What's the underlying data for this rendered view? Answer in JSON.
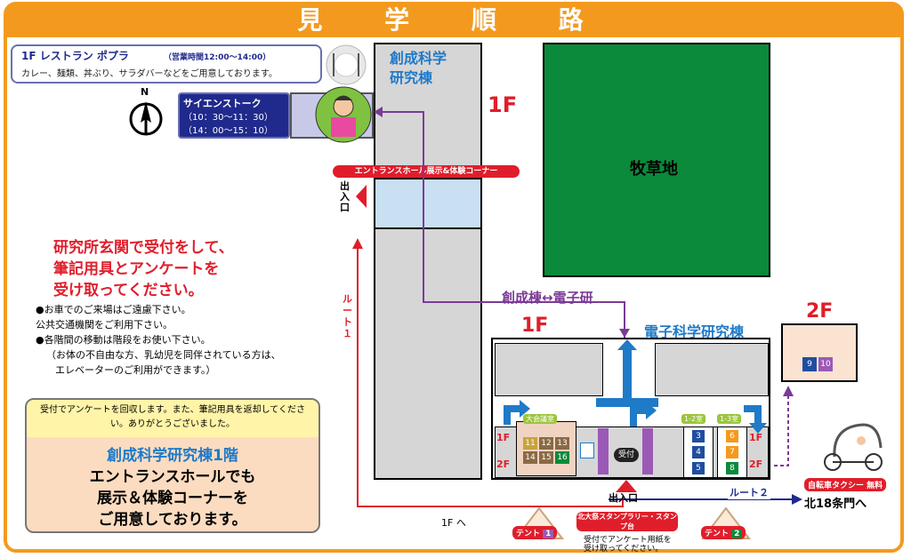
{
  "title": "見 学 順 路",
  "restaurant": {
    "name": "1F レストラン ポプラ",
    "hours": "（営業時間12:00～14:00）",
    "desc": "カレー、麺類、丼ぶり、サラダバーなどをご用意しております。"
  },
  "compass_label": "N",
  "science_talk": {
    "title": "サイエンストーク",
    "time1": "（10：30～11：30）",
    "time2": "（14：00～15：10）"
  },
  "bldg_sousei": {
    "line1": "創成科学",
    "line2": "研究棟",
    "floor": "1F"
  },
  "pasture": "牧草地",
  "entrance_banner": "エントランスホール展示&体験コーナー",
  "entrance_side": "出入口",
  "reception_msg": [
    "研究所玄関で受付をして、",
    "筆記用具とアンケートを",
    "受け取ってください。"
  ],
  "notes": [
    "●お車でのご来場はご遠慮下さい。",
    "公共交通機関をご利用下さい。",
    "●各階間の移動は階段をお使い下さい。",
    "（お体の不自由な方、乳幼児を同伴されている方は、",
    "エレベーターのご利用ができます。）"
  ],
  "route1": "ルート１",
  "notice_box": {
    "top": "受付でアンケートを回収します。また、筆記用具を返却してください。ありがとうございました。",
    "line1": "創成科学研究棟1階",
    "line2": "エントランスホールでも",
    "line3": "展示＆体験コーナーを",
    "line4": "ご用意しております。"
  },
  "link_label": "創成棟↔電子研",
  "elec": {
    "floor1": "1F",
    "name": "電子科学研究棟",
    "floor2": "2F",
    "rooms2f": [
      "9",
      "10"
    ]
  },
  "rooms": {
    "conf": "大会議室",
    "conf_nums": [
      "11",
      "12",
      "13",
      "14",
      "15",
      "16"
    ],
    "r12": "1-2室",
    "r12_nums": [
      "3",
      "4",
      "5"
    ],
    "r13": "1-3室",
    "r13_nums": [
      "6",
      "7",
      "8"
    ],
    "reception": "受付"
  },
  "stairs": {
    "l1": "1F",
    "l2": "2F",
    "r1": "1F",
    "r2": "2F"
  },
  "bottom_entrance": "出入口",
  "route2": "ルート２",
  "north_gate": "北18条門へ",
  "to_1f": "1F へ",
  "stamp": {
    "title": "北大祭スタンプラリー・スタンプ台",
    "note1": "受付でアンケート用紙を",
    "note2": "受け取ってください。"
  },
  "tent1": {
    "label": "テント",
    "num": "1"
  },
  "tent2": {
    "label": "テント",
    "num": "2"
  },
  "taxi": "自転車タクシー 無料",
  "colors": {
    "orange": "#f39a1e",
    "green": "#0a8a3a",
    "navy": "#1f2a8c",
    "red": "#e01e2b",
    "blue": "#1f7ac8",
    "purple": "#7b3a96"
  }
}
